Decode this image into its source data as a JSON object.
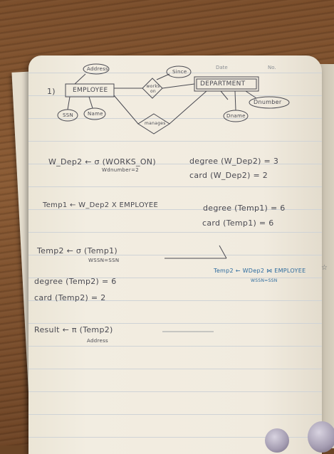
{
  "header": {
    "date_label": "Date",
    "no_label": "No."
  },
  "diagram": {
    "number": "1)",
    "entities": {
      "employee": "EMPLOYEE",
      "department": "DEPARTMENT"
    },
    "relationships": {
      "works_on": "works on",
      "manages": "manages"
    },
    "attributes": {
      "address": "Address",
      "since": "Since",
      "ssn": "SSN",
      "name": "Name",
      "dname": "Dname",
      "dnumber": "Dnumber"
    }
  },
  "notes": {
    "line1": {
      "left": "W_Dep2 ← σ (WORKS_ON)",
      "sub": "Wdnumber=2",
      "right": "degree (W_Dep2) = 3"
    },
    "line2": {
      "right": "card (W_Dep2) = 2"
    },
    "line3": {
      "left": "Temp1 ← W_Dep2 X EMPLOYEE",
      "right": "degree (Temp1) = 6"
    },
    "line4": {
      "right": "card (Temp1) = 6"
    },
    "line5": {
      "left": "Temp2 ← σ (Temp1)",
      "sub": "WSSN=SSN"
    },
    "blue_note": {
      "main": "Temp2 ← WDep2 ⋈ EMPLOYEE",
      "sub": "WSSN=SSN"
    },
    "line6": {
      "left": "degree (Temp2) = 6"
    },
    "line7": {
      "left": "card (Temp2) = 2"
    },
    "line8": {
      "left": "Result ← π (Temp2)",
      "sub": "Address"
    }
  },
  "colors": {
    "ink": "#4a4a52",
    "blue_ink": "#2b6a9e",
    "paper": "#f1ebdf",
    "wood": "#7a4d2a"
  }
}
